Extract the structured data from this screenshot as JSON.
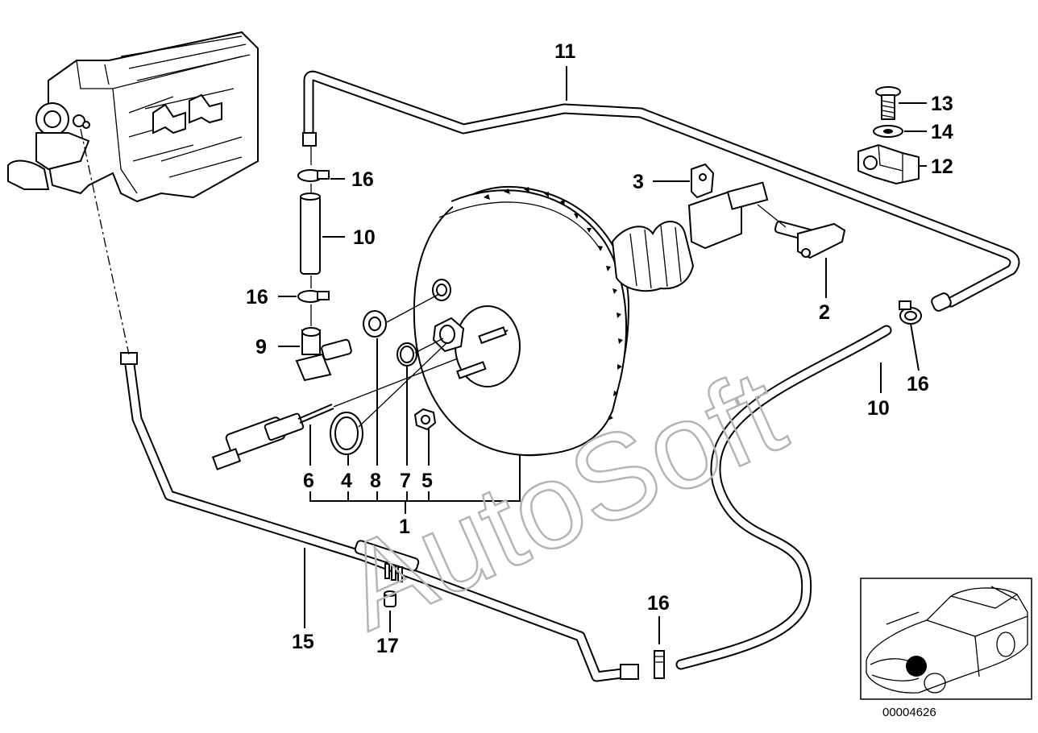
{
  "diagram": {
    "callouts": [
      {
        "id": "c11",
        "text": "11"
      },
      {
        "id": "c13",
        "text": "13"
      },
      {
        "id": "c14",
        "text": "14"
      },
      {
        "id": "c12",
        "text": "12"
      },
      {
        "id": "c3",
        "text": "3"
      },
      {
        "id": "c16a",
        "text": "16"
      },
      {
        "id": "c10a",
        "text": "10"
      },
      {
        "id": "c16b",
        "text": "16"
      },
      {
        "id": "c9",
        "text": "9"
      },
      {
        "id": "c2",
        "text": "2"
      },
      {
        "id": "c16c",
        "text": "16"
      },
      {
        "id": "c10b",
        "text": "10"
      },
      {
        "id": "c6",
        "text": "6"
      },
      {
        "id": "c4",
        "text": "4"
      },
      {
        "id": "c8",
        "text": "8"
      },
      {
        "id": "c7",
        "text": "7"
      },
      {
        "id": "c5",
        "text": "5"
      },
      {
        "id": "c1",
        "text": "1"
      },
      {
        "id": "c15",
        "text": "15"
      },
      {
        "id": "c17",
        "text": "17"
      },
      {
        "id": "c16d",
        "text": "16"
      }
    ],
    "watermark": "AutoSoft",
    "drawing_number": "00004626"
  }
}
